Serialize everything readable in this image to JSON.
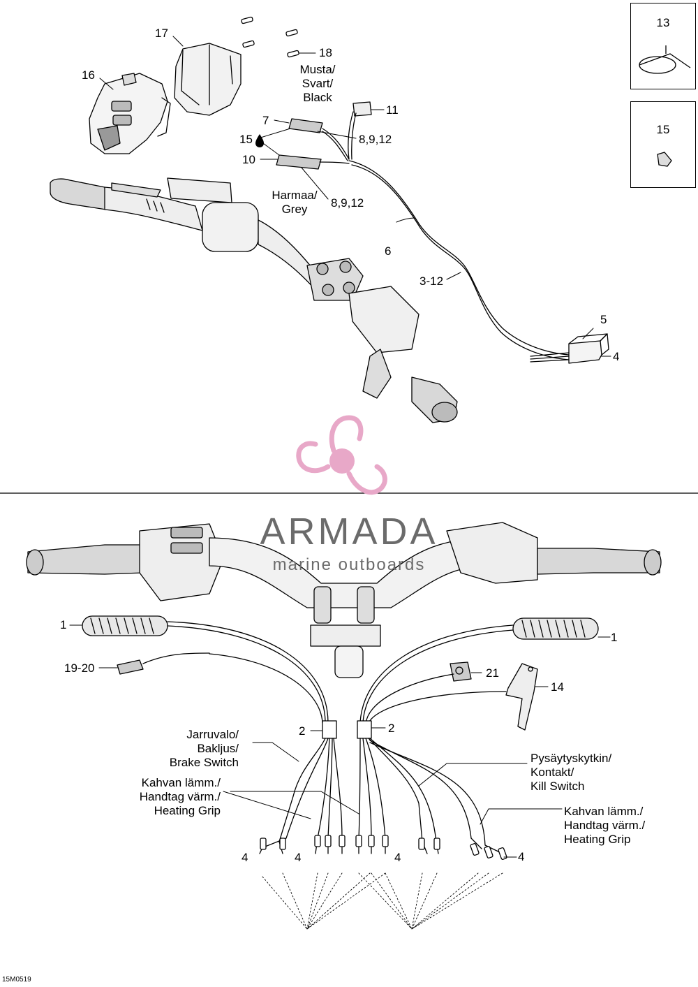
{
  "figure_code": "15M0519",
  "watermark": {
    "brand": "ARMADA",
    "subtitle": "marine outboards",
    "logo_color": "#e8a8c8",
    "text_color": "#6b6b6b"
  },
  "top": {
    "labels": {
      "c17": "17",
      "c16": "16",
      "c18": "18",
      "wire_black": "Musta/\nSvart/\nBlack",
      "c11": "11",
      "c7": "7",
      "c15": "15",
      "c8912a": "8,9,12",
      "c10": "10",
      "wire_grey": "Harmaa/\nGrey",
      "c8912b": "8,9,12",
      "c6": "6",
      "c312": "3-12",
      "c5": "5",
      "c4": "4"
    },
    "side_boxes": {
      "c13": "13",
      "c15b": "15"
    }
  },
  "bottom": {
    "labels": {
      "c1l": "1",
      "c1r": "1",
      "c1920": "19-20",
      "c21": "21",
      "c14": "14",
      "c2l": "2",
      "c2r": "2",
      "brake": "Jarruvalo/\nBakljus/\nBrake Switch",
      "heat_l": "Kahvan lämm./\nHandtag värm./\nHeating Grip",
      "kill": "Pysäytyskytkin/\nKontakt/\nKill Switch",
      "heat_r": "Kahvan lämm./\nHandtag värm./\nHeating Grip",
      "c4a": "4",
      "c4b": "4",
      "c4c": "4",
      "c4d": "4"
    }
  }
}
